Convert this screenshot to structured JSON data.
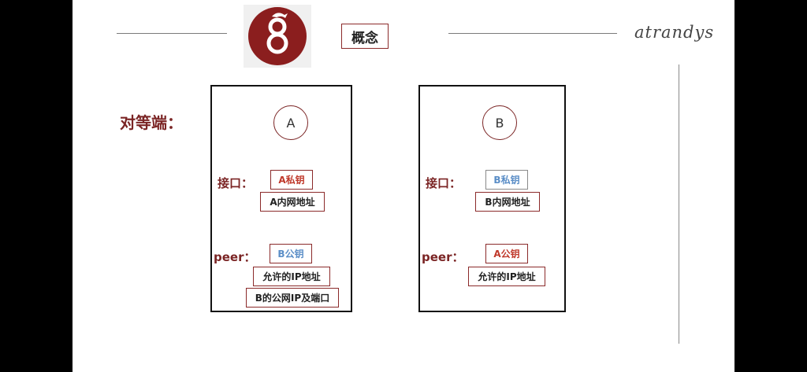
{
  "title": "概念",
  "brand": "atrandys",
  "section_label": "对等端：",
  "colors": {
    "accent": "#7b2525",
    "logo": "#8b1e1e",
    "key_red": "#c0392b",
    "key_blue": "#5b8ec7"
  },
  "peers": {
    "a": {
      "node": "A",
      "interface_label": "接口：",
      "private_key": "A私钥",
      "internal_ip": "A内网地址",
      "peer_label": "peer：",
      "peer_public_key": "B公钥",
      "allowed_ips": "允许的IP地址",
      "endpoint": "B的公网IP及端口"
    },
    "b": {
      "node": "B",
      "interface_label": "接口：",
      "private_key": "B私钥",
      "internal_ip": "B内网地址",
      "peer_label": "peer：",
      "peer_public_key": "A公钥",
      "allowed_ips": "允许的IP地址"
    }
  }
}
